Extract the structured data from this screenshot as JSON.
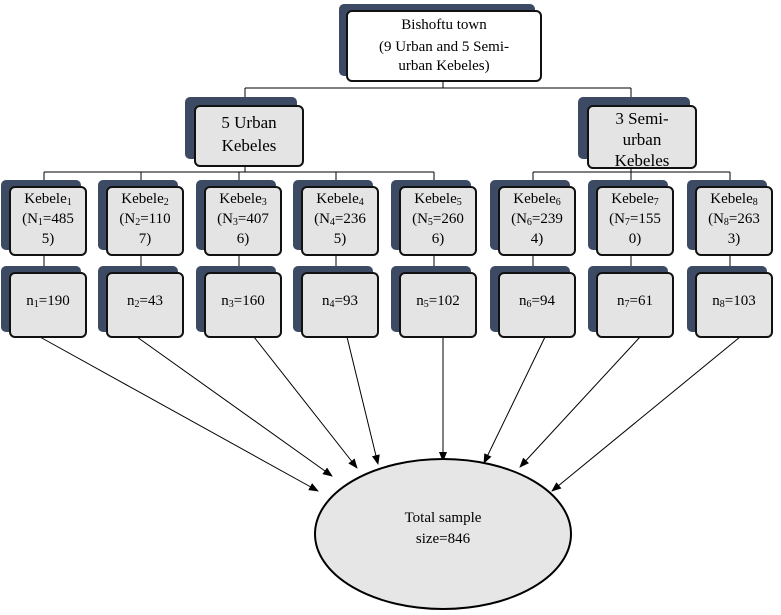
{
  "root": {
    "line1": "Bishoftu town",
    "line2": "(9 Urban and 5 Semi-",
    "line3": "urban Kebeles)"
  },
  "groups": [
    {
      "line1": "5 Urban",
      "line2": "Kebeles"
    },
    {
      "line1": "3 Semi-",
      "line2": "urban",
      "line3": "Kebeles"
    }
  ],
  "kebeles": [
    {
      "label": "Kebele",
      "index": "1",
      "pop_prefix": "(N",
      "pop_value_line": "=485",
      "pop_tail": "5)",
      "sample_prefix": "n",
      "sample_value": "=190"
    },
    {
      "label": "Kebele",
      "index": "2",
      "pop_prefix": "(N",
      "pop_value_line": "=110",
      "pop_tail": "7)",
      "sample_prefix": "n",
      "sample_value": "=43"
    },
    {
      "label": "Kebele",
      "index": "3",
      "pop_prefix": "(N",
      "pop_value_line": "=407",
      "pop_tail": "6)",
      "sample_prefix": "n",
      "sample_value": "=160"
    },
    {
      "label": "Kebele",
      "index": "4",
      "pop_prefix": "(N",
      "pop_value_line": "=236",
      "pop_tail": "5)",
      "sample_prefix": "n",
      "sample_value": "=93"
    },
    {
      "label": "Kebele",
      "index": "5",
      "pop_prefix": "(N",
      "pop_value_line": "=260",
      "pop_tail": "6)",
      "sample_prefix": "n",
      "sample_value": "=102"
    },
    {
      "label": "Kebele",
      "index": "6",
      "pop_prefix": "(N",
      "pop_value_line": "=239",
      "pop_tail": "4)",
      "sample_prefix": "n",
      "sample_value": "=94"
    },
    {
      "label": "Kebele",
      "index": "7",
      "pop_prefix": "(N",
      "pop_value_line": "=155",
      "pop_tail": "0)",
      "sample_prefix": "n",
      "sample_value": "=61"
    },
    {
      "label": "Kebele",
      "index": "8",
      "pop_prefix": "(N",
      "pop_value_line": "=263",
      "pop_tail": "3)",
      "sample_prefix": "n",
      "sample_value": "=103"
    }
  ],
  "total": {
    "line1": "Total sample",
    "line2": "size=846"
  },
  "colors": {
    "shadow": "#3d4a63",
    "box_fill": "#e4e4e4",
    "ellipse_fill": "#e6e6e6",
    "line": "#000000"
  }
}
